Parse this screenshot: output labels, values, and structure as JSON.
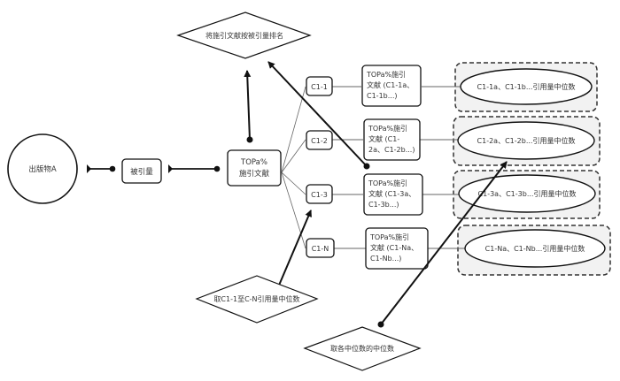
{
  "diagram": {
    "nodes": {
      "publication": "出版物A",
      "citations": "被引量",
      "top_citing": [
        "TOPa%",
        "施引文献"
      ],
      "rank_decision": "将施引文献按被引量排名",
      "median_c_decision": "取C1-1至C-N引用量中位数",
      "median_of_medians_decision": "取各中位数的中位数"
    },
    "groups": [
      {
        "id": "C1-1",
        "label": "C1-1",
        "detail": [
          "TOPa%施引",
          "文献 (C1-1a、",
          "C1-1b...)"
        ],
        "median": "C1-1a、C1-1b...引用量中位数"
      },
      {
        "id": "C1-2",
        "label": "C1-2",
        "detail": [
          "TOPa%施引",
          "文献 (C1-",
          "2a、C1-2b...)"
        ],
        "median": "C1-2a、C1-2b...引用量中位数"
      },
      {
        "id": "C1-3",
        "label": "C1-3",
        "detail": [
          "TOPa%施引",
          "文献 (C1-3a、",
          "C1-3b...)"
        ],
        "median": "C1-3a、C1-3b...引用量中位数"
      },
      {
        "id": "C1-N",
        "label": "C1-N",
        "detail": [
          "TOPa%施引",
          "文献 (C1-Na、",
          "C1-Nb...)"
        ],
        "median": "C1-Na、C1-Nb...引用量中位数"
      }
    ],
    "colors": {
      "stroke": "#222222",
      "container_fill": "#f2f2f2",
      "text": "#333333"
    }
  }
}
